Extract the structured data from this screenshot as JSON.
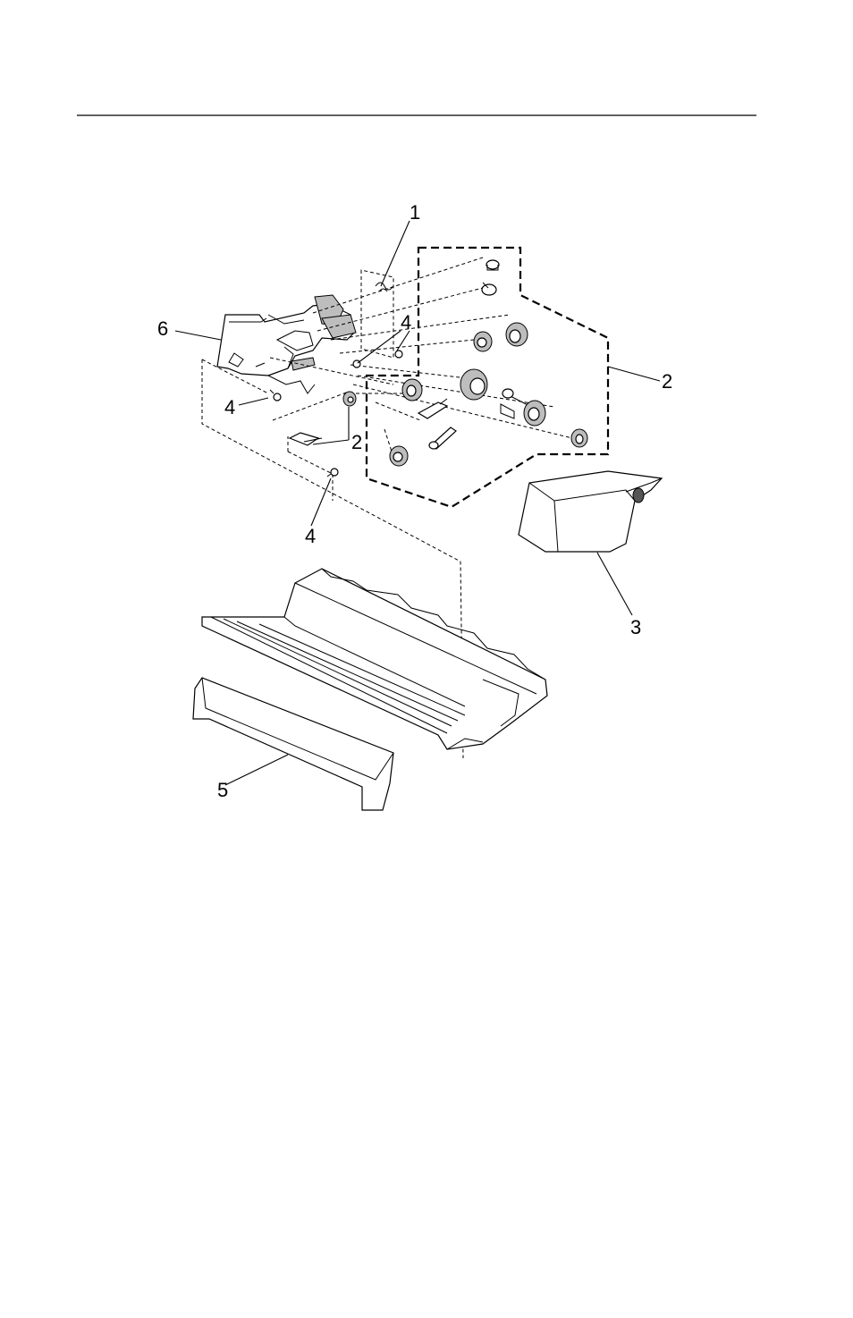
{
  "callouts": {
    "c1": "1",
    "c2_group": "2",
    "c2_part": "2",
    "c3": "3",
    "c4_top": "4",
    "c4_left": "4",
    "c4_bottom": "4",
    "c5": "5",
    "c6": "6"
  }
}
